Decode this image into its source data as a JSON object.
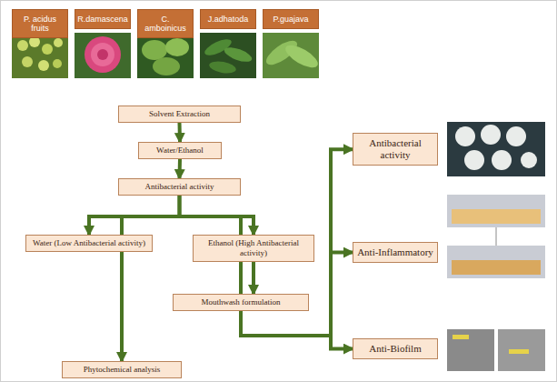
{
  "diagram": {
    "nodes": [
      {
        "text": [
          "P. acidus fruits"
        ]
      },
      {
        "text": [
          "R.damascena"
        ]
      },
      {
        "text": [
          "C. amboinicus"
        ]
      },
      {
        "text": [
          "J.adhatoda"
        ]
      },
      {
        "text": [
          "P.guajava"
        ]
      },
      {
        "text": [
          "Solvent Extraction"
        ]
      },
      {
        "text": [
          "Water/Ethanol"
        ]
      },
      {
        "text": [
          "Antibacterial activity"
        ]
      },
      {
        "text": [
          "Water (Low Antibacterial activity)"
        ]
      },
      {
        "text": [
          "Ethanol (High Antibacterial activity)"
        ]
      },
      {
        "text": [
          "Mouthwash formulation"
        ]
      },
      {
        "text": [
          "Antibacterial activity"
        ]
      },
      {
        "text": [
          "Anti-Inflammatory"
        ]
      },
      {
        "text": [
          "Anti-Biofilm"
        ]
      },
      {
        "text": [
          "Phytochemical analysis"
        ]
      }
    ],
    "edges": [
      {
        "from": 5,
        "to": 6,
        "arrow": "to"
      },
      {
        "from": 6,
        "to": 7,
        "arrow": "to"
      },
      {
        "from": 7,
        "to": 8,
        "arrow": "to"
      },
      {
        "from": 7,
        "to": 9,
        "arrow": "to"
      },
      {
        "from": 9,
        "to": 10,
        "arrow": "to"
      },
      {
        "from": 10,
        "to": 14,
        "arrow": "to"
      },
      {
        "from": 10,
        "to": 11,
        "arrow": "to"
      },
      {
        "from": 10,
        "to": 12,
        "arrow": "to"
      },
      {
        "from": 10,
        "to": 13,
        "arrow": "to"
      }
    ]
  }
}
